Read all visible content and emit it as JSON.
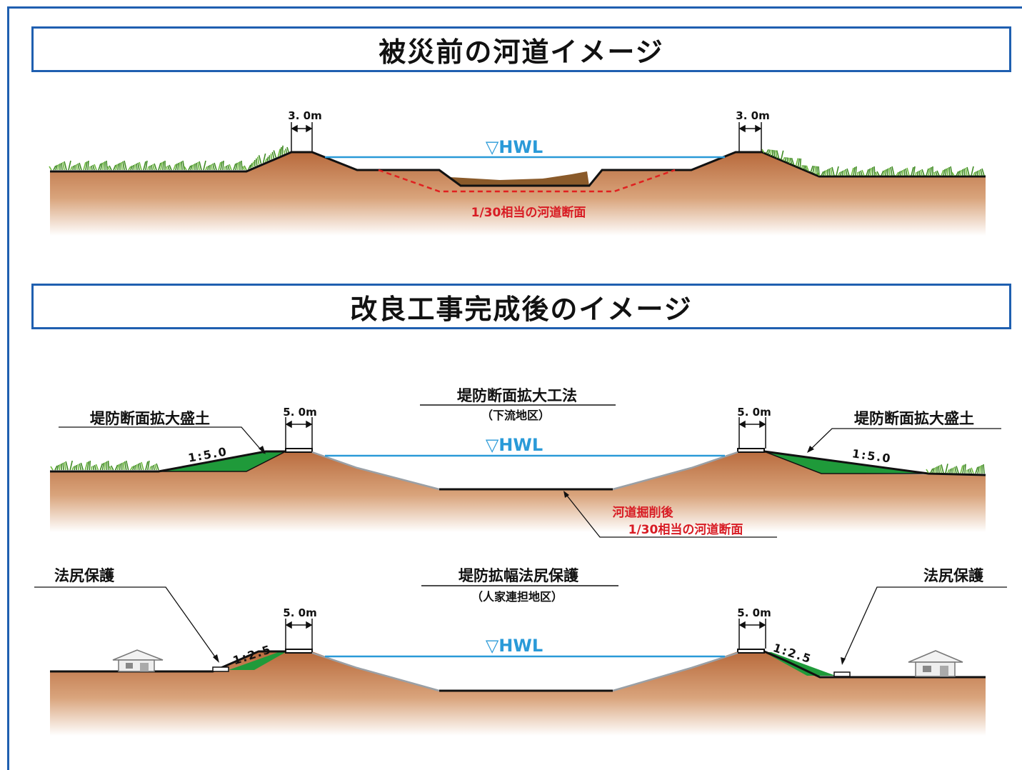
{
  "titles": {
    "before": "被災前の河道イメージ",
    "after": "改良工事完成後のイメージ"
  },
  "before": {
    "width_left": "3. 0m",
    "width_right": "3. 0m",
    "hwl": "▽HWL",
    "red_label": "1/30相当の河道断面"
  },
  "section1": {
    "title": "堤防断面拡大工法",
    "subtitle": "（下流地区）",
    "left_label": "堤防断面拡大盛土",
    "right_label": "堤防断面拡大盛土",
    "slope_left": "1:5.0",
    "slope_right": "1:5.0",
    "width_left": "5. 0m",
    "width_right": "5. 0m",
    "hwl": "▽HWL",
    "red_label_1": "河道掘削後",
    "red_label_2": "1/30相当の河道断面"
  },
  "section2": {
    "title": "堤防拡幅法尻保護",
    "subtitle": "（人家連担地区）",
    "left_label": "法尻保護",
    "right_label": "法尻保護",
    "slope_left": "1:2.5",
    "slope_right": "1:2.5",
    "width_left": "5. 0m",
    "width_right": "5. 0m",
    "hwl": "▽HWL"
  },
  "colors": {
    "frame": "#1f5fb0",
    "soil_top": "#b86a3c",
    "grass": "#4c9a2a",
    "embankment_fill": "#1f9a3a",
    "water_line": "#2a9ad8",
    "red_dashed": "#e02020"
  }
}
